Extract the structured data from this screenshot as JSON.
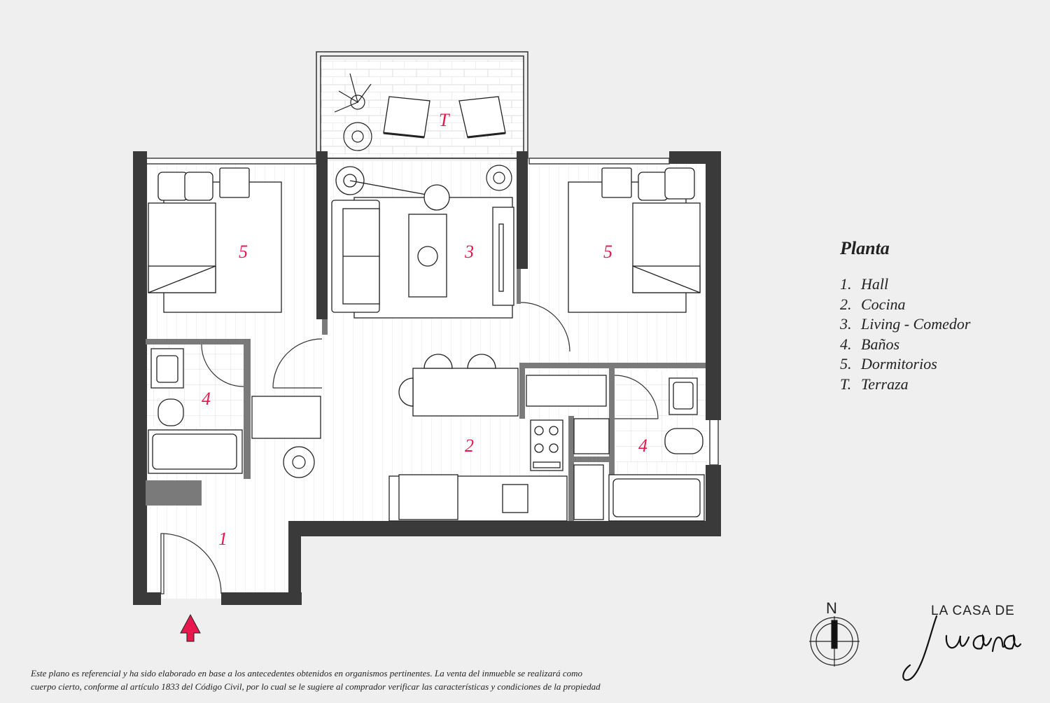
{
  "rooms": {
    "r1": "1",
    "r2": "2",
    "r3": "3",
    "r4a": "4",
    "r4b": "4",
    "r5a": "5",
    "r5b": "5",
    "rt": "T"
  },
  "legend": {
    "title": "Planta",
    "items": [
      {
        "num": "1.",
        "label": "Hall"
      },
      {
        "num": "2.",
        "label": "Cocina"
      },
      {
        "num": "3.",
        "label": "Living - Comedor"
      },
      {
        "num": "4.",
        "label": "Baños"
      },
      {
        "num": "5.",
        "label": "Dormitorios"
      },
      {
        "num": "T.",
        "label": "Terraza"
      }
    ]
  },
  "compass": {
    "north": "N"
  },
  "brand": {
    "top": "LA CASA DE",
    "script": "Juana"
  },
  "disclaimer": {
    "line1": "Este plano es referencial y ha sido elaborado en base a los antecedentes obtenidos en organismos pertinentes.  La venta del inmueble se realizará como",
    "line2": "cuerpo cierto, conforme al artículo 1833 del Código Civil, por lo cual se le sugiere al comprador verificar las características y condiciones de la propiedad"
  },
  "colors": {
    "wall": "#3a3a3a",
    "floor": "#ffffff",
    "accent": "#e8174e",
    "background": "#efefef"
  }
}
